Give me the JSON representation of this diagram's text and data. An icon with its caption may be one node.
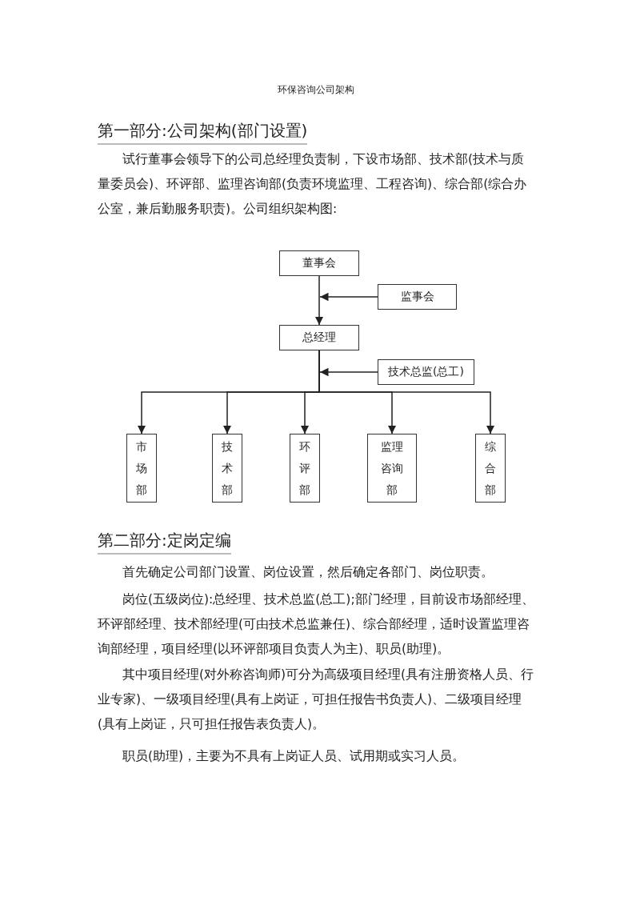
{
  "diagram": {
    "title": "环保咨询公司架构",
    "nodes": [
      {
        "text": [
          "董事会"
        ]
      },
      {
        "text": [
          "监事会"
        ]
      },
      {
        "text": [
          "总经理"
        ]
      },
      {
        "text": [
          "技术总监(总工)"
        ]
      },
      {
        "text": [
          "市场部"
        ]
      },
      {
        "text": [
          "技术部"
        ]
      },
      {
        "text": [
          "环评部"
        ]
      },
      {
        "text": [
          "监理咨询部"
        ]
      },
      {
        "text": [
          "综合部"
        ]
      }
    ],
    "edges": [
      {
        "from": 0,
        "to": 2,
        "arrow": "to"
      },
      {
        "from": 1,
        "to": 0,
        "arrow": "to"
      },
      {
        "from": 3,
        "to": 2,
        "arrow": "to"
      },
      {
        "from": 2,
        "to": 4,
        "arrow": "to"
      },
      {
        "from": 2,
        "to": 5,
        "arrow": "to"
      },
      {
        "from": 2,
        "to": 6,
        "arrow": "to"
      },
      {
        "from": 2,
        "to": 7,
        "arrow": "to"
      },
      {
        "from": 2,
        "to": 8,
        "arrow": "to"
      }
    ],
    "labels": [
      "第一部分:公司架构(部门设置)",
      "试行董事会领导下的公司总经理负责制，下设市场部、技术部(技术与质量委员会)、环评部、监理咨询部(负责环境监理、工程咨询)、综合部(综合办公室，兼后勤服务职责)。公司组织架构图:",
      "第二部分:定岗定编",
      "首先确定公司部门设置、岗位设置，然后确定各部门、岗位职责。",
      "岗位(五级岗位):总经理、技术总监(总工);部门经理，目前设市场部经理、环评部经理、技术部经理(可由技术总监兼任)、综合部经理，适时设置监理咨询部经理，项目经理(以环评部项目负责人为主)、职员(助理)。",
      "其中项目经理(对外称咨询师)可分为高级项目经理(具有注册资格人员、行业专家)、一级项目经理(具有上岗证，可担任报告书负责人)、二级项目经理(具有上岗证，只可担任报告表负责人)。",
      "职员(助理)，主要为不具有上岗证人员、试用期或实习人员。"
    ]
  }
}
